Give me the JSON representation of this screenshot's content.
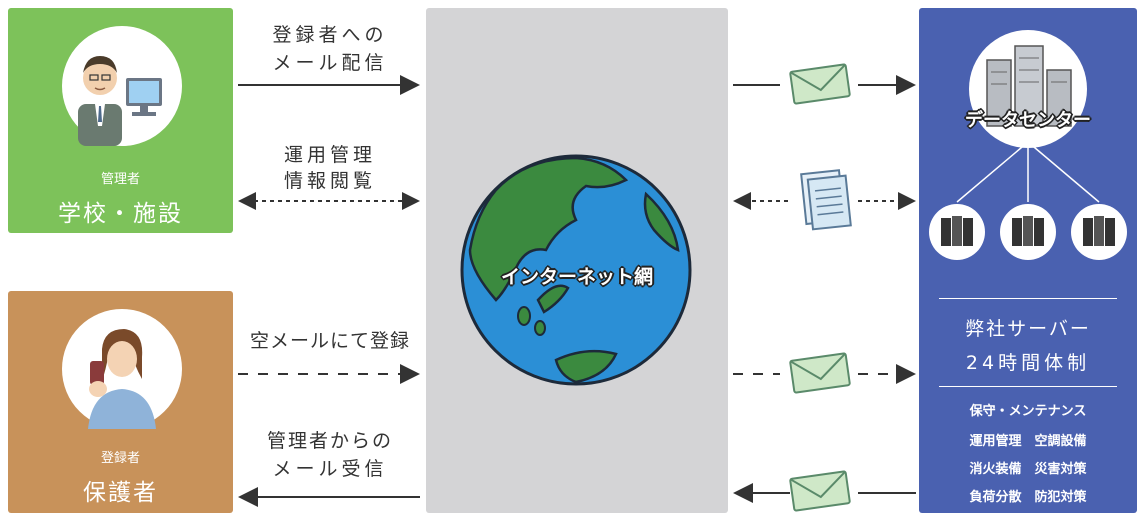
{
  "admin": {
    "role": "管理者",
    "title": "学校・施設"
  },
  "guardian": {
    "role": "登録者",
    "title": "保護者"
  },
  "internet": {
    "label": "インターネット網"
  },
  "flows": {
    "send_mail_line1": "登録者への",
    "send_mail_line2": "メール配信",
    "view_info_line1": "運用管理",
    "view_info_line2": "情報閲覧",
    "register": "空メールにて登録",
    "receive_line1": "管理者からの",
    "receive_line2": "メール受信"
  },
  "datacenter": {
    "label": "データセンター",
    "server_line1": "弊社サーバー",
    "server_line2": "24時間体制",
    "services": [
      "保守・メンテナンス",
      "運用管理　空調設備",
      "消火装備　災害対策",
      "負荷分散　防犯対策"
    ]
  },
  "colors": {
    "admin": "#7dc25a",
    "guardian": "#c8925a",
    "datacenter": "#4a61b0",
    "internet_panel": "#d4d4d6",
    "ocean": "#2b8fd6",
    "land": "#3b8a3f"
  }
}
